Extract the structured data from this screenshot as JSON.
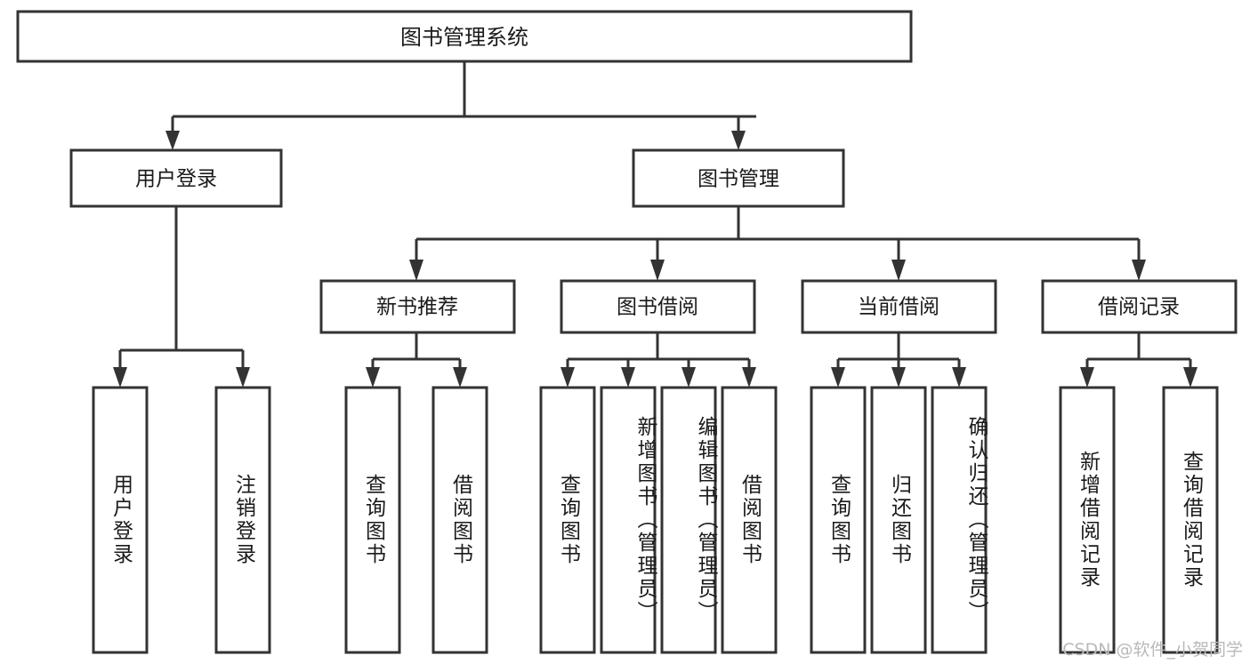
{
  "diagram": {
    "title": "图书管理系统",
    "type": "hierarchy-tree",
    "orientation": "top-down",
    "colors": {
      "box_fill": "#ffffff",
      "box_stroke": "#333333",
      "connector": "#333333",
      "text": "#1a1a1a",
      "watermark": "#b9b9b9",
      "background": "#ffffff"
    },
    "levels": [
      {
        "level": 1,
        "nodes": [
          {
            "id": "root",
            "label": "图书管理系统",
            "orientation": "horizontal"
          }
        ]
      },
      {
        "level": 2,
        "nodes": [
          {
            "id": "user-login",
            "label": "用户登录",
            "orientation": "horizontal",
            "parent": "root"
          },
          {
            "id": "book-manage",
            "label": "图书管理",
            "orientation": "horizontal",
            "parent": "root"
          }
        ]
      },
      {
        "level": 3,
        "nodes": [
          {
            "id": "new-book-recommend",
            "label": "新书推荐",
            "orientation": "horizontal",
            "parent": "book-manage"
          },
          {
            "id": "book-borrow",
            "label": "图书借阅",
            "orientation": "horizontal",
            "parent": "book-manage"
          },
          {
            "id": "current-borrow",
            "label": "当前借阅",
            "orientation": "horizontal",
            "parent": "book-manage"
          },
          {
            "id": "borrow-record",
            "label": "借阅记录",
            "orientation": "horizontal",
            "parent": "book-manage"
          }
        ]
      },
      {
        "level": 4,
        "nodes": [
          {
            "id": "leaf-user-login",
            "label": "用户登录",
            "orientation": "vertical",
            "parent": "user-login"
          },
          {
            "id": "leaf-logout-login",
            "label": "注销登录",
            "orientation": "vertical",
            "parent": "user-login"
          },
          {
            "id": "leaf-query-book-1",
            "label": "查询图书",
            "orientation": "vertical",
            "parent": "new-book-recommend"
          },
          {
            "id": "leaf-borrow-book-1",
            "label": "借阅图书",
            "orientation": "vertical",
            "parent": "new-book-recommend"
          },
          {
            "id": "leaf-query-book-2",
            "label": "查询图书",
            "orientation": "vertical",
            "parent": "book-borrow"
          },
          {
            "id": "leaf-add-book",
            "label": "新增图书（管理员）",
            "orientation": "vertical",
            "parent": "book-borrow"
          },
          {
            "id": "leaf-edit-book",
            "label": "编辑图书（管理员）",
            "orientation": "vertical",
            "parent": "book-borrow"
          },
          {
            "id": "leaf-borrow-book-2",
            "label": "借阅图书",
            "orientation": "vertical",
            "parent": "book-borrow"
          },
          {
            "id": "leaf-query-book-3",
            "label": "查询图书",
            "orientation": "vertical",
            "parent": "current-borrow"
          },
          {
            "id": "leaf-return-book",
            "label": "归还图书",
            "orientation": "vertical",
            "parent": "current-borrow"
          },
          {
            "id": "leaf-confirm-return",
            "label": "确认归还（管理员）",
            "orientation": "vertical",
            "parent": "current-borrow"
          },
          {
            "id": "leaf-add-record",
            "label": "新增借阅记录",
            "orientation": "vertical",
            "parent": "borrow-record"
          },
          {
            "id": "leaf-query-record",
            "label": "查询借阅记录",
            "orientation": "vertical",
            "parent": "borrow-record"
          }
        ]
      }
    ]
  },
  "watermark": {
    "text": "CSDN @软件_小贺同学"
  }
}
